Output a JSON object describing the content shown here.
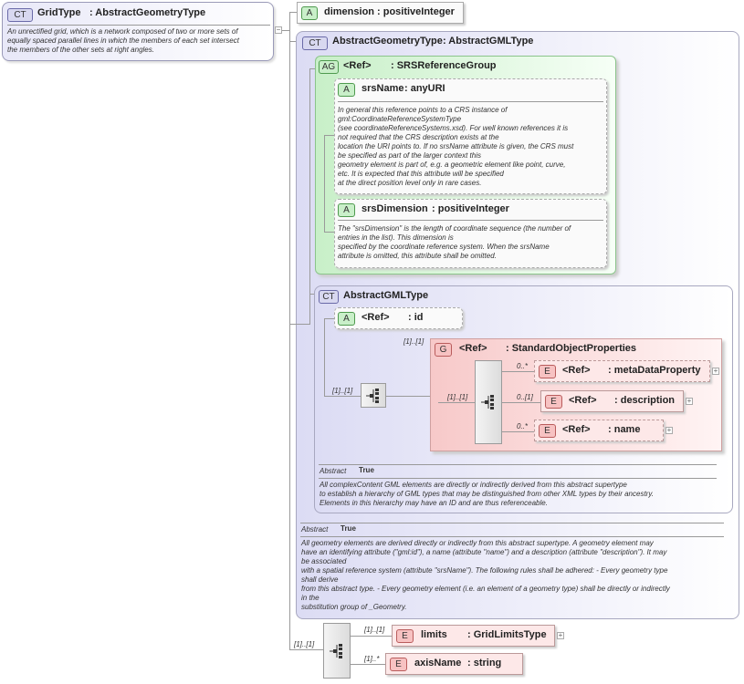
{
  "grid_type": {
    "badge": "CT",
    "name": "GridType",
    "type": ": AbstractGeometryType",
    "description": "An unrectified grid, which is a network composed of two or more sets of\nequally spaced parallel lines in which the members of each set intersect\nthe members of the other sets at right angles."
  },
  "dimension_attr": {
    "badge": "A",
    "name": "dimension",
    "type": ": positiveInteger"
  },
  "abstract_geometry_type": {
    "badge": "CT",
    "name": "AbstractGeometryType",
    "type": ": AbstractGMLType",
    "abstract_label": "Abstract",
    "abstract_value": "True",
    "description": "All geometry elements are derived directly or indirectly from this abstract supertype. A geometry element may\nhave an identifying attribute (\"gml:id\"), a name (attribute \"name\") and a description (attribute \"description\"). It may\nbe associated\nwith a spatial reference system (attribute \"srsName\"). The following rules shall be adhered: - Every geometry type\nshall derive\nfrom this abstract type. - Every geometry element (i.e. an element of a geometry type) shall be directly or indirectly\nin the\nsubstitution group of _Geometry."
  },
  "srs_group": {
    "badge": "AG",
    "ref": "<Ref>",
    "type": ": SRSReferenceGroup",
    "srs_name": {
      "badge": "A",
      "name": "srsName",
      "type": ": anyURI",
      "description": "In general this reference points to a CRS instance of\ngml:CoordinateReferenceSystemType\n(see coordinateReferenceSystems.xsd). For well known references it is\nnot required that the CRS description exists at the\nlocation the URI points to. If no srsName attribute is given, the CRS must\nbe specified as part of the larger context this\ngeometry element is part of, e.g. a geometric element like point, curve,\netc. It is expected that this attribute will be specified\nat the direct position level only in rare cases."
    },
    "srs_dimension": {
      "badge": "A",
      "name": "srsDimension",
      "type": ": positiveInteger",
      "description": "The \"srsDimension\" is the length of coordinate sequence (the number of\nentries in the list). This dimension is\nspecified by the coordinate reference system. When the srsName\nattribute is omitted, this attribute shall be omitted."
    }
  },
  "abstract_gml_type": {
    "badge": "CT",
    "name": "AbstractGMLType",
    "id_attr": {
      "badge": "A",
      "ref": "<Ref>",
      "type": ": id"
    },
    "seq_multiplicity": "[1]..[1]",
    "abstract_label": "Abstract",
    "abstract_value": "True",
    "description": "All complexContent GML elements are directly or indirectly derived from this abstract supertype\nto establish a hierarchy of GML types that may be distinguished from other XML types by their ancestry.\nElements in this hierarchy may have an ID and are thus referenceable."
  },
  "standard_object_properties": {
    "badge": "G",
    "ref": "<Ref>",
    "type": ": StandardObjectProperties",
    "multiplicity": "[1]..[1]",
    "seq_multiplicity": "[1]..[1]",
    "elements": [
      {
        "badge": "E",
        "ref": "<Ref>",
        "type": ": metaDataProperty",
        "multiplicity": "0..*"
      },
      {
        "badge": "E",
        "ref": "<Ref>",
        "type": ": description",
        "multiplicity": "0..[1]"
      },
      {
        "badge": "E",
        "ref": "<Ref>",
        "type": ": name",
        "multiplicity": "0..*"
      }
    ]
  },
  "grid_sequence": {
    "multiplicity": "[1]..[1]",
    "limits": {
      "badge": "E",
      "name": "limits",
      "type": ": GridLimitsType",
      "multiplicity": "[1]..[1]"
    },
    "axis_name": {
      "badge": "E",
      "name": "axisName",
      "type": ": string",
      "multiplicity": "[1]..*"
    }
  },
  "colors": {
    "complex_type_bg": "#e4e4f7",
    "attr_group_bg": "#d6f3d6",
    "group_bg": "#fbd9d9",
    "element_bg": "#fde5e5",
    "connector": "#9a9a9a"
  }
}
